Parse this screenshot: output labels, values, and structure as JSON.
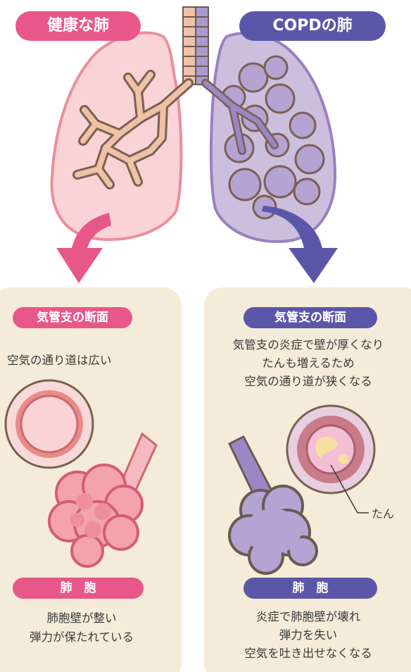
{
  "titles": {
    "healthy": "健康な肺",
    "copd": "COPDの肺"
  },
  "colors": {
    "healthy_accent": "#e8578a",
    "copd_accent": "#5b57a8",
    "panel_bg": "#f4ecd8"
  },
  "left_panel": {
    "bronchus_heading": "気管支の断面",
    "bronchus_text": "空気の通り道は広い",
    "alveoli_heading": "肺　胞",
    "alveoli_text": [
      "肺胞壁が整い",
      "弾力が保たれている"
    ]
  },
  "right_panel": {
    "bronchus_heading": "気管支の断面",
    "bronchus_text": [
      "気管支の炎症で壁が厚くなり",
      "たんも増えるため",
      "空気の通り道が狭くなる"
    ],
    "phlegm_label": "たん",
    "alveoli_heading": "肺　胞",
    "alveoli_text": [
      "炎症で肺胞壁が壊れ",
      "弾力を失い",
      "空気を吐き出せなくなる"
    ]
  }
}
